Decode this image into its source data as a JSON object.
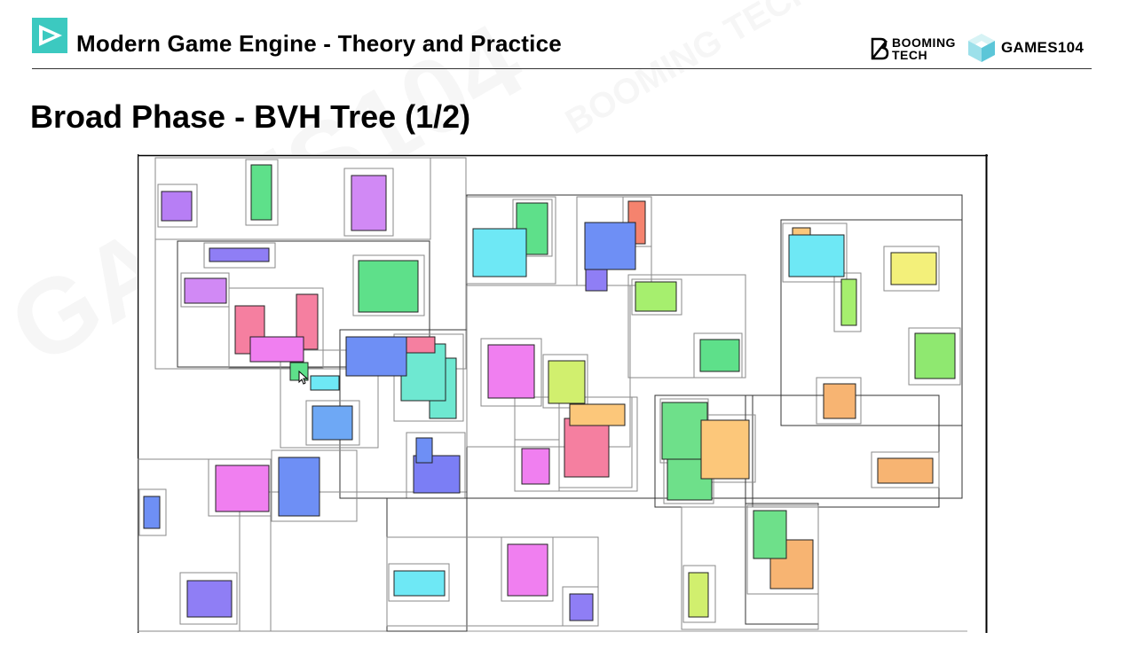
{
  "header": {
    "course_title": "Modern Game Engine - Theory and Practice",
    "brand_booming_line1": "BOOMING",
    "brand_booming_line2": "TECH",
    "brand_games": "GAMES104"
  },
  "slide": {
    "title": "Broad Phase - BVH Tree (1/2)"
  },
  "watermark": {
    "text1": "GAMES104",
    "text2": "BOOMING TECH"
  },
  "colors": {
    "logo_teal": "#3cc9c0",
    "purple": "#b77ef5",
    "green": "#5ee08a",
    "violet": "#d189f5",
    "blue_violet": "#8f7ef5",
    "pink": "#f57fa0",
    "magenta": "#f07ff0",
    "cyan": "#6ee8f5",
    "blue": "#6e8ff5",
    "teal": "#6ee8d1",
    "lime": "#d1ef6e",
    "yellow": "#f3f07a",
    "orange": "#f7b472",
    "salmon": "#f5836e",
    "peach": "#fcc77a"
  }
}
